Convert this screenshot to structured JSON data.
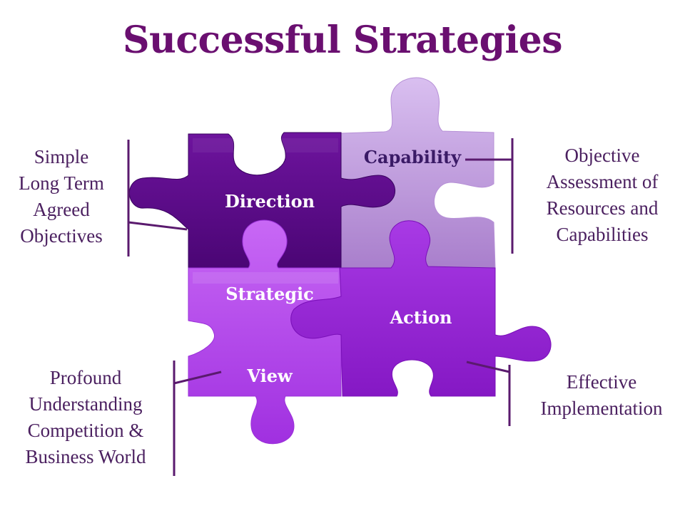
{
  "title": "Successful Strategies",
  "pieces": {
    "capability": "Capability",
    "direction": "Direction",
    "strategic": "Strategic",
    "view": "View",
    "action": "Action"
  },
  "notes": {
    "direction": [
      "Simple",
      "Long Term",
      "Agreed",
      "Objectives"
    ],
    "capability": [
      "Objective",
      "Assessment of",
      "Resources and",
      "Capabilities"
    ],
    "strategic_view": [
      "Profound",
      "Understanding",
      "Competition &",
      "Business World"
    ],
    "action": [
      "Effective",
      "Implementation"
    ]
  },
  "colors": {
    "title": "#6a0f70",
    "direction_piece": "#5a0a8c",
    "capability_piece": "#c29ae0",
    "strategic_view_piece": "#b548ee",
    "action_piece": "#9828d8",
    "bracket_lines": "#5a1a6e"
  }
}
